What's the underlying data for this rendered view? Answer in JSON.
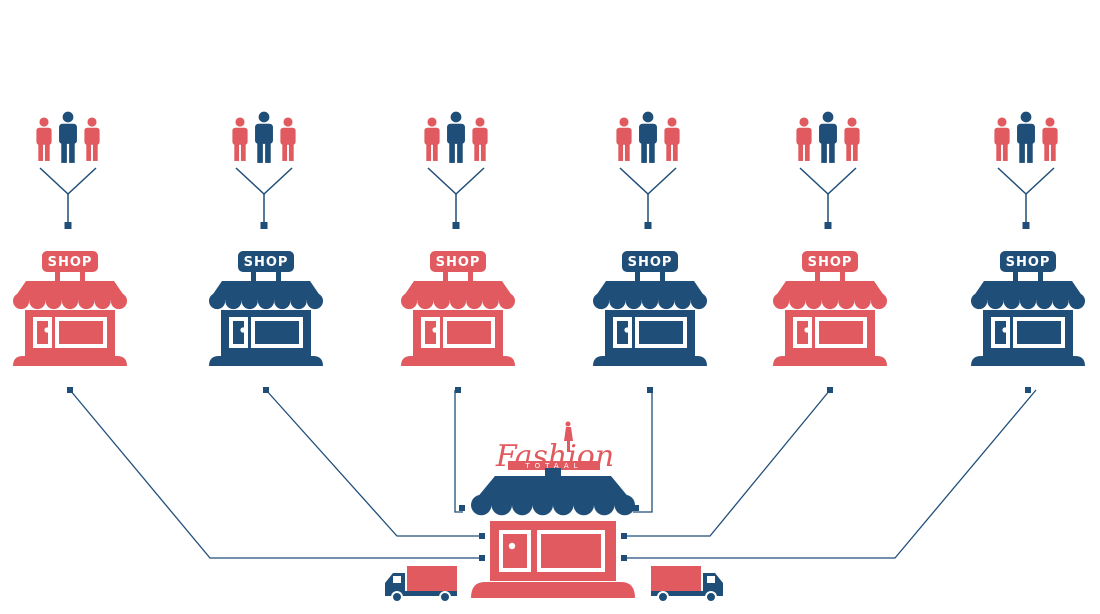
{
  "colors": {
    "red": "#e05a5f",
    "blue": "#1f4e79",
    "line": "#1f4e79",
    "white": "#ffffff"
  },
  "shops": [
    {
      "label": "SHOP",
      "color": "red"
    },
    {
      "label": "SHOP",
      "color": "blue"
    },
    {
      "label": "SHOP",
      "color": "red"
    },
    {
      "label": "SHOP",
      "color": "blue"
    },
    {
      "label": "SHOP",
      "color": "red"
    },
    {
      "label": "SHOP",
      "color": "blue"
    }
  ],
  "customer_groups": [
    {
      "icon": "people-group-icon"
    },
    {
      "icon": "people-group-icon"
    },
    {
      "icon": "people-group-icon"
    },
    {
      "icon": "people-group-icon"
    },
    {
      "icon": "people-group-icon"
    },
    {
      "icon": "people-group-icon"
    }
  ],
  "hub": {
    "brand_name": "Fashion",
    "brand_sub": "TOTAAL",
    "icon": "warehouse-store-icon"
  },
  "trucks": [
    {
      "icon": "delivery-truck-icon",
      "facing": "left"
    },
    {
      "icon": "delivery-truck-icon",
      "facing": "right"
    }
  ]
}
